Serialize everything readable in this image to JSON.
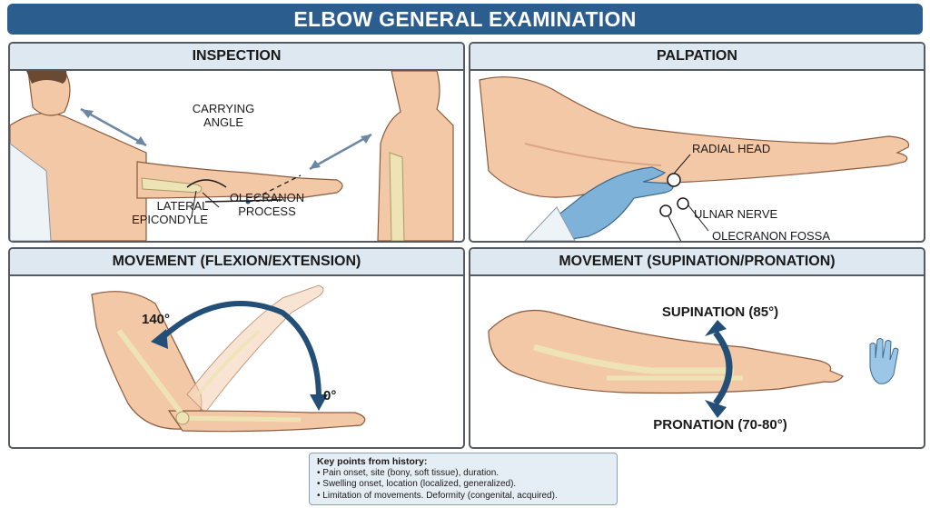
{
  "title": "ELBOW GENERAL EXAMINATION",
  "panels": {
    "inspection": {
      "header": "INSPECTION",
      "labels": {
        "carrying_angle_1": "CARRYING",
        "carrying_angle_2": "ANGLE",
        "lateral_1": "LATERAL",
        "lateral_2": "EPICONDYLE",
        "olecranon_1": "OLECRANON",
        "olecranon_2": "PROCESS"
      }
    },
    "palpation": {
      "header": "PALPATION",
      "labels": {
        "radial_head": "RADIAL HEAD",
        "olecranon_fossa": "OLECRANON FOSSA",
        "ulnar_nerve": "ULNAR NERVE"
      }
    },
    "flexion": {
      "header": "MOVEMENT (FLEXION/EXTENSION)",
      "labels": {
        "max": "140°",
        "min": "0°"
      }
    },
    "supination": {
      "header": "MOVEMENT (SUPINATION/PRONATION)",
      "labels": {
        "supination": "SUPINATION (85°)",
        "pronation": "PRONATION (70-80°)"
      }
    }
  },
  "key_points": {
    "title": "Key points from history:",
    "items": [
      "• Pain onset, site (bony, soft tissue), duration.",
      "• Swelling onset, location (localized, generalized).",
      "• Limitation of movements. Deformity (congenital, acquired)."
    ]
  },
  "colors": {
    "title_bg": "#2b5d8e",
    "header_bg": "#dde8f1",
    "skin": "#f3c8a6",
    "skin_shadow": "#dba583",
    "bone": "#ede3b4",
    "arrow_navy": "#234e78",
    "glove": "#7fb2d8"
  }
}
